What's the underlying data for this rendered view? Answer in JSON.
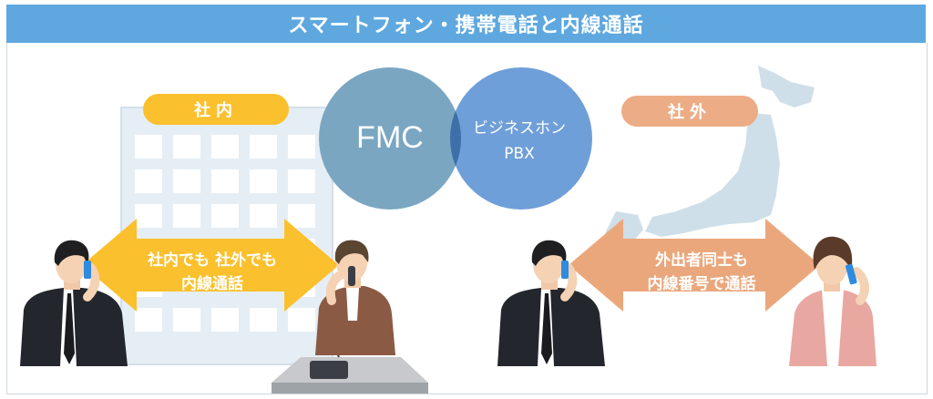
{
  "title": "スマートフォン・携帯電話と内線通話",
  "left_section": {
    "label": "社内",
    "arrow_line1": "社内でも 社外でも",
    "arrow_line2": "内線通話"
  },
  "right_section": {
    "label": "社外",
    "arrow_line1": "外出者同士も",
    "arrow_line2": "内線番号で通話"
  },
  "venn": {
    "left_label": "FMC",
    "right_label_line1": "ビジネスホン",
    "right_label_line2": "PBX"
  },
  "colors": {
    "title_bar": "#5ea8df",
    "in_office": "#fbc02d",
    "out_office": "#eba77c",
    "venn_left": "#7aa6c2",
    "venn_right": "#6f9fd8",
    "venn_overlap": "#3f6fa8"
  }
}
